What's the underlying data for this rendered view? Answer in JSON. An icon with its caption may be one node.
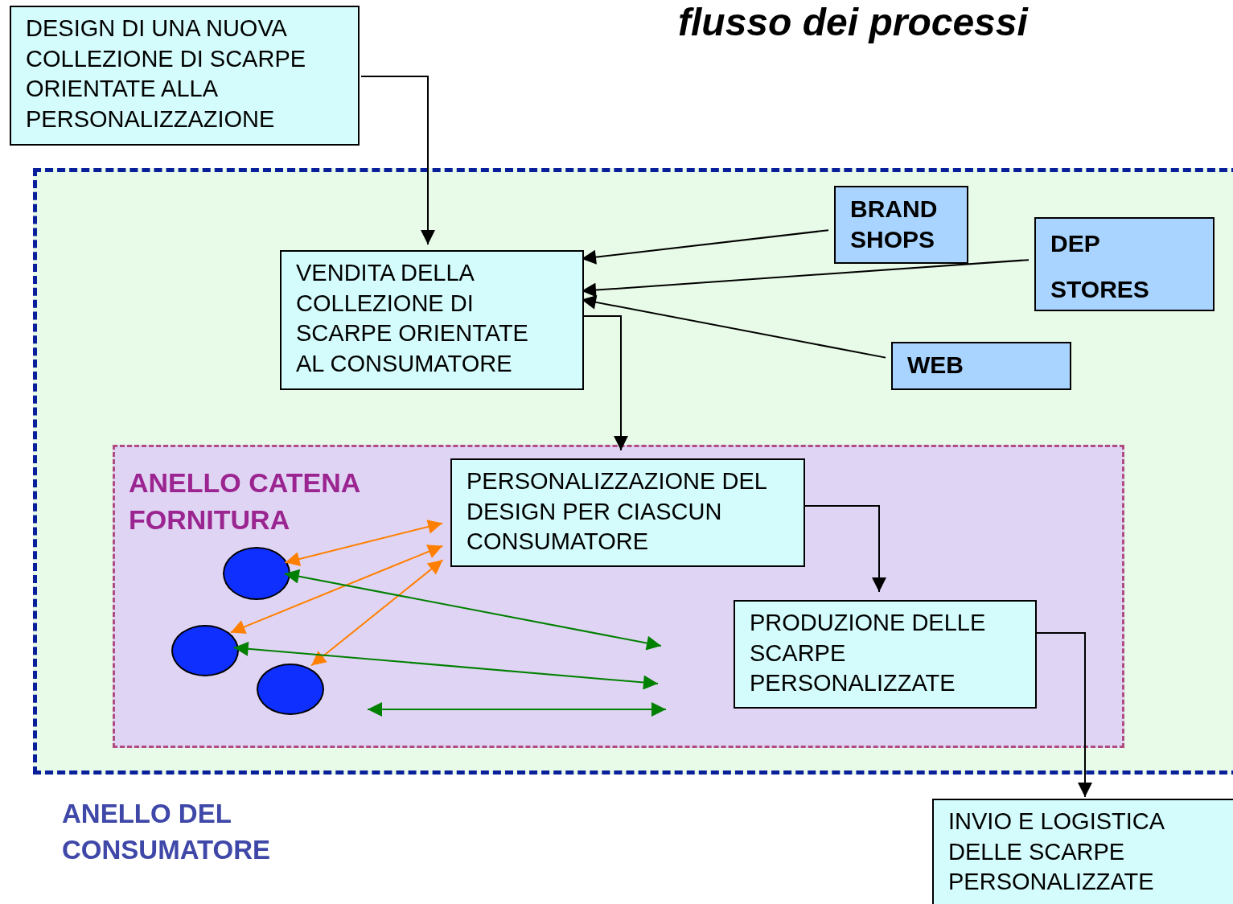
{
  "diagram": {
    "title": "flusso dei processi",
    "nodes": [
      {
        "text": [
          "DESIGN DI UNA NUOVA COLLEZIONE DI SCARPE ORIENTATE ALLA PERSONALIZZAZIONE"
        ]
      },
      {
        "text": [
          "ANELLO DEL CONSUMATORE"
        ]
      },
      {
        "text": [
          "VENDITA DELLA COLLEZIONE DI SCARPE ORIENTATE AL CONSUMATORE"
        ],
        "in": 1
      },
      {
        "text": [
          "BRAND SHOPS"
        ],
        "in": 1
      },
      {
        "text": [
          "DEP STORES"
        ],
        "in": 1
      },
      {
        "text": [
          "WEB"
        ],
        "in": 1
      },
      {
        "text": [
          "ANELLO CATENA FORNITURA"
        ],
        "in": 1
      },
      {
        "text": [
          "PERSONALIZZAZIONE DEL DESIGN PER CIASCUN CONSUMATORE"
        ],
        "in": 6
      },
      {
        "text": [
          "PRODUZIONE DELLE SCARPE PERSONALIZZATE"
        ],
        "in": 6
      },
      {
        "text": [],
        "shape": "ellipse",
        "in": 6
      },
      {
        "text": [],
        "shape": "ellipse",
        "in": 6
      },
      {
        "text": [],
        "shape": "ellipse",
        "in": 6
      },
      {
        "text": [
          "INVIO E LOGISTICA DELLE SCARPE PERSONALIZZATE"
        ]
      }
    ],
    "edges": [
      {
        "from": 0,
        "to": 2,
        "arrow": "to"
      },
      {
        "from": 3,
        "to": 2,
        "arrow": "to"
      },
      {
        "from": 4,
        "to": 2,
        "arrow": "to"
      },
      {
        "from": 5,
        "to": 2,
        "arrow": "to"
      },
      {
        "from": 2,
        "to": 7,
        "arrow": "to"
      },
      {
        "from": 7,
        "to": 8,
        "arrow": "to"
      },
      {
        "from": 8,
        "to": 12,
        "arrow": "to"
      },
      {
        "from": 9,
        "to": 7,
        "arrow": "both",
        "color": "#ff8000"
      },
      {
        "from": 10,
        "to": 7,
        "arrow": "both",
        "color": "#ff8000"
      },
      {
        "from": 11,
        "to": 7,
        "arrow": "both",
        "color": "#ff8000"
      },
      {
        "from": 9,
        "to": null,
        "arrow": "both",
        "color": "#008000"
      },
      {
        "from": 10,
        "to": null,
        "arrow": "both",
        "color": "#008000"
      }
    ]
  }
}
